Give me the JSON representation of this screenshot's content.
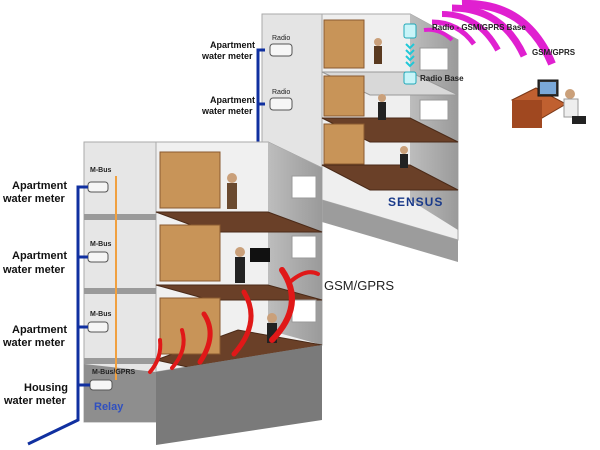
{
  "labels": {
    "apartment_meter_back_1": [
      "Apartment",
      "water meter"
    ],
    "apartment_meter_back_2": [
      "Apartment",
      "water meter"
    ],
    "apartment_meter_front_1": [
      "Apartment",
      "water meter"
    ],
    "apartment_meter_front_2": [
      "Apartment",
      "water meter"
    ],
    "apartment_meter_front_3": [
      "Apartment",
      "water meter"
    ],
    "housing_meter": [
      "Housing",
      "water meter"
    ],
    "radio_back_1": "Radio",
    "radio_back_2": "Radio",
    "mbus_1": "M-Bus",
    "mbus_2": "M-Bus",
    "mbus_3": "M-Bus",
    "mbus_gprs": "M-Bus/GPRS",
    "relay": "Relay",
    "gsm_gprs_building": "GSM/GPRS",
    "radio_gsm_base": "Radio - GSM/GPRS Base",
    "radio_base": "Radio Base",
    "gsm_gprs_remote": "GSM/GPRS",
    "brand": "SENSUS"
  },
  "colors": {
    "bus_blue": "#1030a0",
    "mbus_orange": "#f0a040",
    "signal_red": "#e01818",
    "signal_magenta": "#e020d0",
    "radio_cyan": "#20c8d8",
    "wall": "#d8d8d8",
    "roof": "#b8b8b8",
    "floor_wood": "#6a4028",
    "cabinet": "#c89458",
    "relay_blue": "#3050c0"
  }
}
